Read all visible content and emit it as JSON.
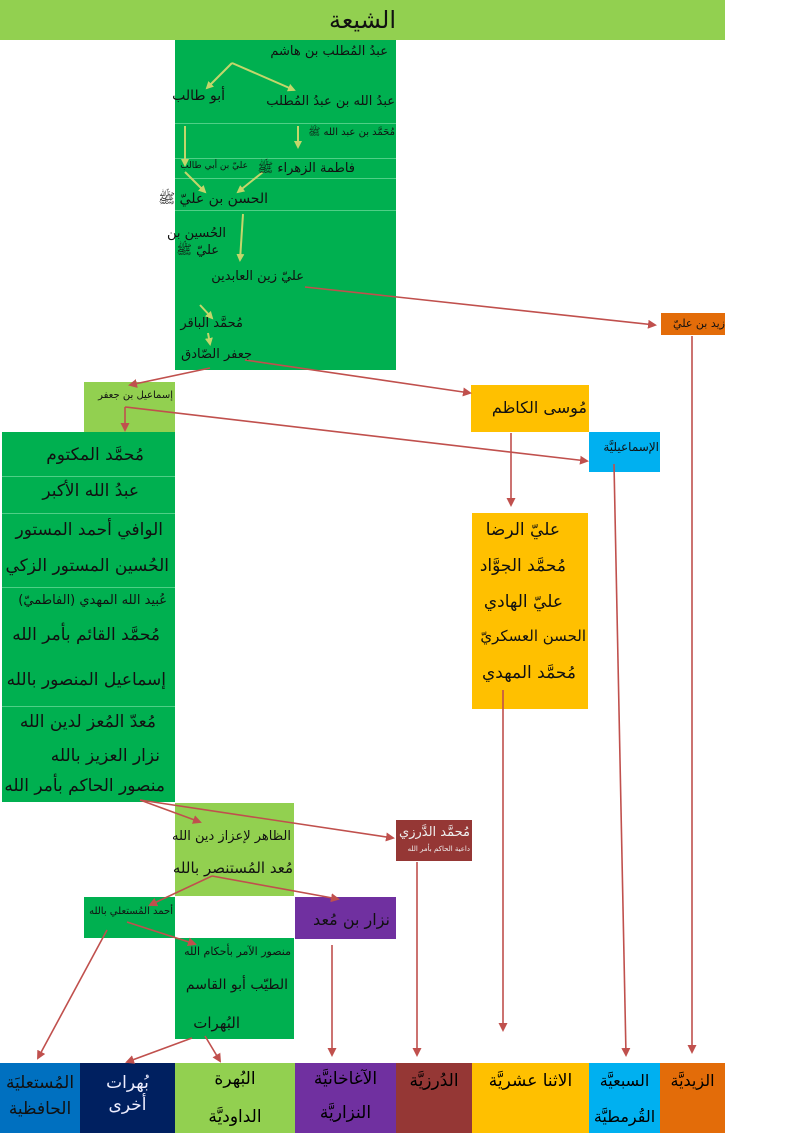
{
  "title": "الشيعة",
  "main_column": {
    "abd_almuttalib": "عبدُ المُطلب بن هاشم",
    "abu_talib": "أبو طالب",
    "abdullah": "عبدُ الله بن عبدُ المُطلب",
    "muhammad_prophet": "مُحَمَّد بن عبد الله ﷺ",
    "ali_ibn_abi_talib": "عليّ بن أبي طالب",
    "fatima": "فاطمة الزهراء ﷺ",
    "hasan": "الحسن بن عليّ ﷺ",
    "husayn_line1": "الحُسين بن",
    "husayn_line2": "عليّ ﷺ",
    "zayn_alabidin": "عليّ زين العابدين",
    "baqir": "مُحمَّد الباقر",
    "sadiq": "جعفر الصّادق"
  },
  "zayd": "زيد بن عليّ",
  "ismail": "إسماعيل بن جعفر",
  "musa": "مُوسى الكاظم",
  "ismailiyya": "الإسماعيليَّة",
  "twelver_imams": [
    "عليّ الرضا",
    "مُحمَّد الجوَّاد",
    "عليّ الهادي",
    "الحسن العسكريّ",
    "مُحمَّد المهدي"
  ],
  "fatimid_imams": [
    "مُحمَّد المكتوم",
    "عبدُ الله الأكبر",
    "الوافي أحمد المستور",
    "الحُسين المستور الزكي",
    "عُبيد الله المهدي (الفاطميّ)",
    "مُحمَّد القائم بأمر الله",
    "إسماعيل المنصور بالله",
    "مُعدّ المُعز لدين الله",
    "نزار العزيز بالله",
    "منصور الحاكم بأمر الله"
  ],
  "zahir": "الظاهر لإعزاز دين الله",
  "mustansir": "مُعد المُستنصر بالله",
  "darazi_line1": "مُحمَّد الدَّرزي",
  "darazi_line2": "داعية الحاكم بأمر الله",
  "nizar": "نزار بن مُعد",
  "mustali": "أحمد المُستعلي بالله",
  "amir": "منصور الآمر بأحكام الله",
  "tayyib": "الطيّب أبو القاسم",
  "bohras": "البُهرات",
  "sects": {
    "mustaliyya_1": "المُستعليَة",
    "mustaliyya_2": "الحافظية",
    "other_bohras_1": "بُهرات",
    "other_bohras_2": "أخرى",
    "dawoodi_1": "البُهرة",
    "dawoodi_2": "الداوديَّة",
    "nizari_1": "الآغاخانيَّة",
    "nizari_2": "النزاريَّة",
    "druze": "الدُرزيَّة",
    "twelver": "الاثنا عشريَّة",
    "seveners_1": "السبعيَّة",
    "seveners_2": "القُرمطيَّة",
    "zaydiyya": "الزيديَّة"
  },
  "colors": {
    "light_green": "#92d050",
    "green": "#00b050",
    "orange": "#e36c09",
    "gold": "#ffc000",
    "sky": "#00b0f0",
    "maroon": "#953735",
    "purple": "#7030a0",
    "blue": "#0070c0",
    "navy": "#002060",
    "arrow_green": "#c4d66b",
    "arrow_red": "#c0504d"
  }
}
